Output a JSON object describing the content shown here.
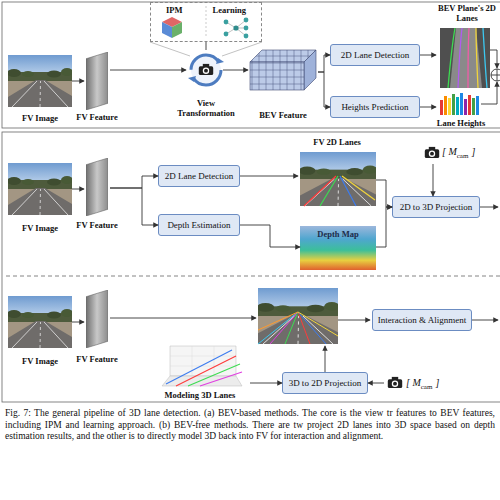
{
  "diagram": {
    "caption": "Fig. 7: The general pipeline of 3D lane detection. (a) BEV-based methods. The core is the view tr features to BEV features, including IPM and learning approach. (b) BEV-free methods. There are tw project 2D lanes into 3D space based on depth estimation results, and the other is to directly model 3D back into FV for interaction and alignment.",
    "nodes": [
      {
        "text": [
          "FV Image"
        ]
      },
      {
        "text": [
          "FV Feature"
        ]
      },
      {
        "text": [
          "IPM",
          "Learning"
        ]
      },
      {
        "text": [
          "View Transformation"
        ]
      },
      {
        "text": [
          "BEV Feature"
        ]
      },
      {
        "text": [
          "2D Lane Detection"
        ]
      },
      {
        "text": [
          "Heights Prediction"
        ]
      },
      {
        "text": [
          "BEV Plane's 2D Lanes"
        ]
      },
      {
        "text": [
          "Lane Heights"
        ]
      },
      {
        "text": [
          "FV Image"
        ]
      },
      {
        "text": [
          "FV Feature"
        ]
      },
      {
        "text": [
          "2D Lane Detection"
        ]
      },
      {
        "text": [
          "Depth Estimation"
        ]
      },
      {
        "text": [
          "FV 2D Lanes"
        ]
      },
      {
        "text": [
          "Depth Map"
        ]
      },
      {
        "text": [
          "[ M",
          "cam",
          "]"
        ]
      },
      {
        "text": [
          "2D to 3D Projection"
        ]
      },
      {
        "text": [
          "FV Image"
        ]
      },
      {
        "text": [
          "FV Feature"
        ]
      },
      {
        "text": [
          "Interaction & Alignment"
        ]
      },
      {
        "text": [
          "Modeling 3D Lanes"
        ]
      },
      {
        "text": [
          "3D to 2D Projection"
        ]
      },
      {
        "text": [
          "[ M",
          "cam",
          "]"
        ]
      }
    ],
    "edges": [
      {
        "from": 0,
        "to": 1,
        "arrow": "to"
      },
      {
        "from": 1,
        "to": 3,
        "arrow": "to"
      },
      {
        "from": 2,
        "to": 3,
        "arrow": "none"
      },
      {
        "from": 3,
        "to": 4,
        "arrow": "to"
      },
      {
        "from": 4,
        "to": 5,
        "arrow": "to"
      },
      {
        "from": 4,
        "to": 6,
        "arrow": "to"
      },
      {
        "from": 5,
        "to": 7,
        "arrow": "to"
      },
      {
        "from": 6,
        "to": 8,
        "arrow": "to"
      },
      {
        "from": 9,
        "to": 10,
        "arrow": "to"
      },
      {
        "from": 10,
        "to": 11,
        "arrow": "to"
      },
      {
        "from": 10,
        "to": 12,
        "arrow": "to"
      },
      {
        "from": 11,
        "to": 13,
        "arrow": "to"
      },
      {
        "from": 12,
        "to": 14,
        "arrow": "to"
      },
      {
        "from": 13,
        "to": 16,
        "arrow": "to"
      },
      {
        "from": 14,
        "to": 16,
        "arrow": "to"
      },
      {
        "from": 15,
        "to": 16,
        "arrow": "to"
      },
      {
        "from": 17,
        "to": 18,
        "arrow": "to"
      },
      {
        "from": 20,
        "to": 21,
        "arrow": "to"
      },
      {
        "from": 22,
        "to": 21,
        "arrow": "to"
      }
    ]
  }
}
